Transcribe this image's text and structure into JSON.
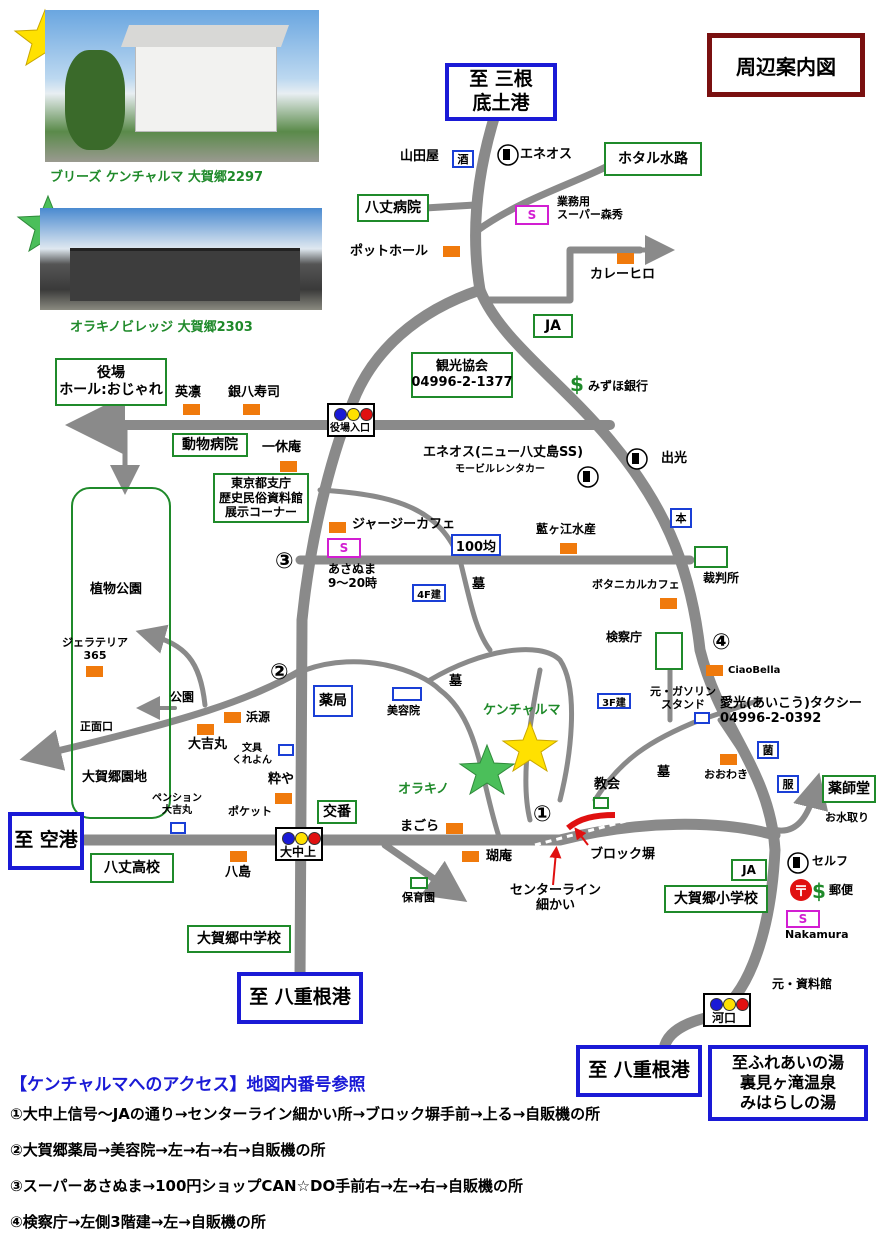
{
  "title": "周辺案内図",
  "photos": {
    "breeze_caption": "ブリーズ ケンチャルマ 大賀郷2297",
    "oraki_caption": "オラキノビレッジ 大賀郷2303"
  },
  "destinations": {
    "mikone": "至 三根\n底土港",
    "airport": "至 空港",
    "yaene_left": "至 八重根港",
    "yaene_right": "至 八重根港",
    "fureai": "至ふれあいの湯\n裏見ヶ滝温泉\nみはらしの湯"
  },
  "boxes": {
    "hotaru": "ホタル水路",
    "hachijo_hospital": "八丈病院",
    "ja_top": "JA",
    "kanko": "観光協会\n04996-2-1377",
    "yakuba": "役場\nホール:おじゃれ",
    "dobutsu": "動物病院",
    "tokyo_branch": "東京都支庁\n歴史民俗資料館\n展示コーナー",
    "hyakkin": "100均",
    "yakkyoku": "薬局",
    "koban": "交番",
    "hachijo_high": "八丈高校",
    "okago_middle": "大賀郷中学校",
    "okago_elem": "大賀郷小学校",
    "ja_right": "JA",
    "yakushido": "薬師堂",
    "saibansho": "裁判所"
  },
  "signals": {
    "yakuba_iriguchi": "役場入口",
    "onakaue": "大中上",
    "kawaguchi": "河口"
  },
  "labels": {
    "yamadaya": "山田屋",
    "sake": "酒",
    "eneos_top": "エネオス",
    "gyomu": "業務用\nスーパー森秀",
    "s": "S",
    "pothole": "ポットホール",
    "kareehiro": "カレーヒロ",
    "mizuho": "みずほ銀行",
    "eikan": "英凛",
    "ginpachi": "銀八寿司",
    "ikkyuan": "一休庵",
    "eneos_mid": "エネオス(ニュー八丈島SS)",
    "mobil": "モービルレンタカー",
    "dekou": "出光",
    "hon": "本",
    "jersey": "ジャージーカフェ",
    "aigae": "藍ヶ江水産",
    "asanuma": "あさぬま\n9～20時",
    "fourf": "4F建",
    "haka1": "墓",
    "botanical": "ボタニカルカフェ",
    "kensatsu": "検察庁",
    "ciaobella": "CiaoBella",
    "shokubutsu": "植物公園",
    "gelateria": "ジェラテリア\n365",
    "koen": "公園",
    "shomenguchi": "正面口",
    "okagoen": "大賀郷園地",
    "hamagen": "浜源",
    "oyoshimaru": "大吉丸",
    "bunggu": "文具\nくれよん",
    "suiya": "粋や",
    "pension": "ペンション\n大吉丸",
    "pocket": "ポケット",
    "hachijima": "八島",
    "biyoin": "美容院",
    "haka2": "墓",
    "kenchaluma": "ケンチャルマ",
    "threef": "3F建",
    "gas_old": "元・ガソリン\nスタンド",
    "aikou": "愛光(あいこう)タクシー\n04996-2-0392",
    "oraki": "オラキノ",
    "kyokai": "教会",
    "haka3": "墓",
    "oowaki": "おおわき",
    "shi": "菌",
    "fuku": "服",
    "omizutori": "お水取り",
    "magora": "まごら",
    "koan": "瑚庵",
    "hoikuen": "保育園",
    "block": "ブロック塀",
    "center": "センターライン\n細かい",
    "self": "セルフ",
    "yubin": "郵便",
    "nakamura": "Nakamura",
    "shiryokan": "元・資料館"
  },
  "numbers": [
    "①",
    "②",
    "③",
    "④"
  ],
  "access": {
    "heading": "【ケンチャルマへのアクセス】地図内番号参照",
    "lines": [
      "①大中上信号～JAの通り→センターライン細かい所→ブロック塀手前→上る→自販機の所",
      "②大賀郷薬局→美容院→左→右→右→自販機の所",
      "③スーパーあさぬま→100円ショップCAN☆DO手前右→左→右→自販機の所",
      "④検察庁→左側3階建→左→自販機の所"
    ]
  },
  "colors": {
    "road": "#8a8a8a",
    "orange": "#f07a0c",
    "green": "#1f8a2a",
    "blue": "#1a1ad6",
    "title_border": "#7a1010",
    "star_yellow": "#ffe100",
    "star_green": "#4bbf5a"
  }
}
